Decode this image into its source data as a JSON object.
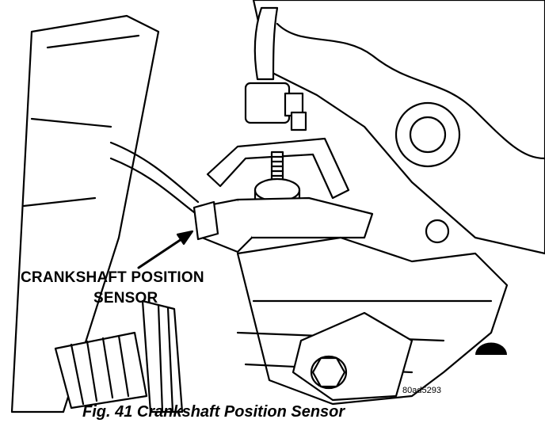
{
  "diagram": {
    "callout_line1": "CRANKSHAFT POSITION",
    "callout_line2": "SENSOR",
    "figure_code": "80ad5293",
    "caption": "Fig. 41 Crankshaft Position Sensor"
  },
  "colors": {
    "ink": "#000000",
    "paper": "#ffffff"
  }
}
